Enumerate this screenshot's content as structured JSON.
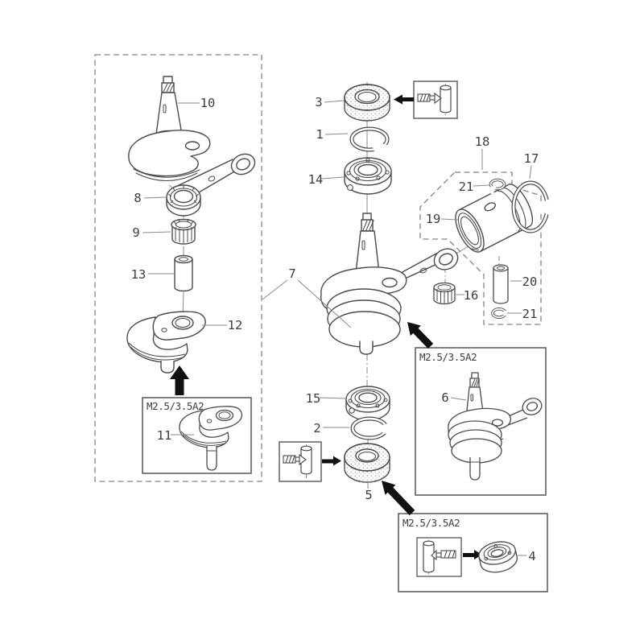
{
  "diagram": {
    "callouts": {
      "p1": "1",
      "p2": "2",
      "p3": "3",
      "p4": "4",
      "p5": "5",
      "p6": "6",
      "p7": "7",
      "p8": "8",
      "p9": "9",
      "p10": "10",
      "p11": "11",
      "p12": "12",
      "p13": "13",
      "p14": "14",
      "p15": "15",
      "p16": "16",
      "p17": "17",
      "p18": "18",
      "p19": "19",
      "p20": "20",
      "p21_top": "21",
      "p21_bottom": "21"
    },
    "variant_boxes": {
      "box11_label": "M2.5/3.5A2",
      "box6_label": "M2.5/3.5A2",
      "box4_label": "M2.5/3.5A2"
    },
    "colors": {
      "line_art": "#4a4a4a",
      "labels": "#3d3d3d",
      "leader_lines": "#8a8a8a",
      "dashed_boxes": "#848484",
      "arrows": "#111111",
      "background": "#ffffff"
    }
  }
}
